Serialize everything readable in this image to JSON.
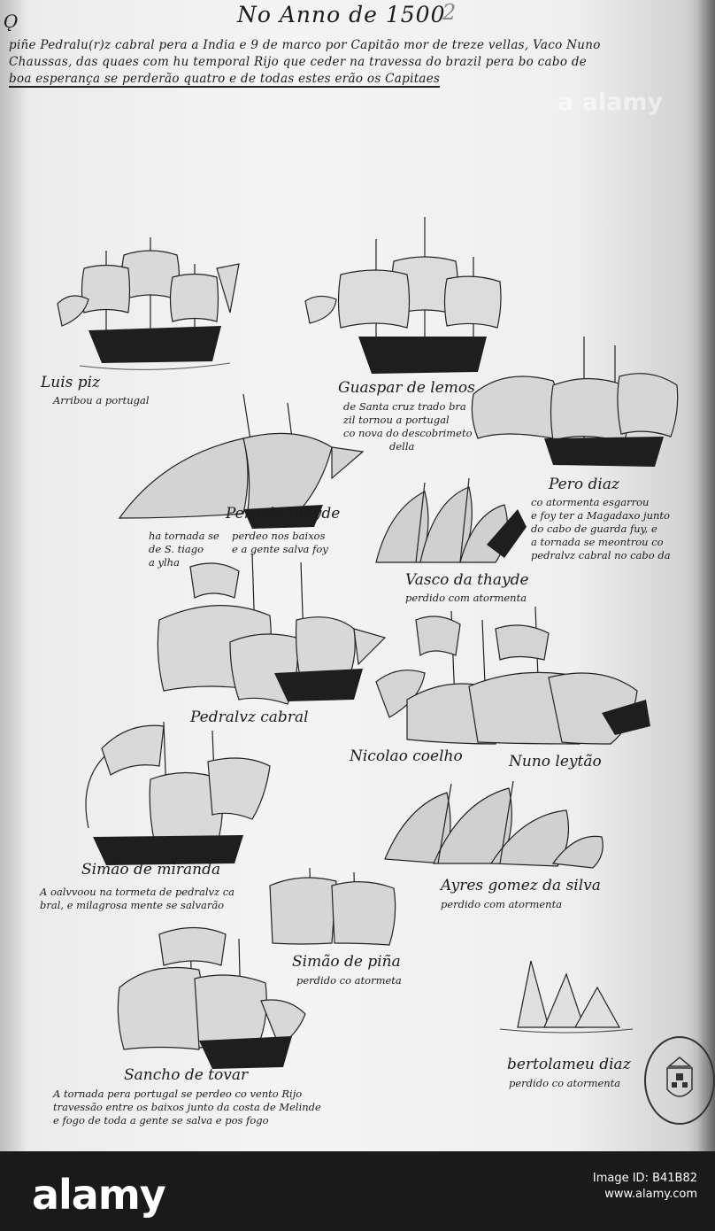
{
  "header": {
    "margin_mark": "Ǫ",
    "title": "No Anno de 1500",
    "folio": "2",
    "intro": [
      "piñe Pedralu(r)z cabral pera a India e 9 de marco por Capitão mor de treze vellas, Vaco Nuno",
      "Chaussas, das quaes com hu temporal Rijo que ceder na travessa do brazil pera bo cabo de",
      "boa esperança se perderão quatro e de todas estes erão os Capitaes"
    ]
  },
  "ships": [
    {
      "label": "Luis piz",
      "note": [
        "Arribou a portugal"
      ]
    },
    {
      "label": "Guaspar de lemos",
      "note": [
        "de Santa cruz trado bra",
        "zil tornou a portugal",
        "co nova do descobrimeto",
        "della"
      ]
    },
    {
      "label": "Pero diaz",
      "note": [
        "co atormenta esgarrou",
        "e foy ter a Magadaxo junto",
        "do cabo de guarda fuy, e",
        "a tornada se meontrou co",
        "pedralvz cabral no cabo da"
      ]
    },
    {
      "label": "Pero de thayde",
      "note": [
        "ha tornada se",
        "de S. tiago",
        "a ylha"
      ]
    },
    {
      "label": "perdeo nos baixos",
      "note": [
        "e a gente salva foy"
      ]
    },
    {
      "label": "Vasco da thayde",
      "note": [
        "perdido com atormenta"
      ]
    },
    {
      "label": "Pedralvz cabral",
      "note": []
    },
    {
      "label": "Nicolao coelho",
      "note": []
    },
    {
      "label": "Nuno leytão",
      "note": []
    },
    {
      "label": "Simão de miranda",
      "note": [
        "A oalvvoou na tormeta de pedralvz ca",
        "bral, e milagrosa mente se salvarão"
      ]
    },
    {
      "label": "Ayres gomez da silva",
      "note": [
        "perdido com atormenta"
      ]
    },
    {
      "label": "Simão de piña",
      "note": [
        "perdido co atormeta"
      ]
    },
    {
      "label": "Sancho de tovar",
      "note": [
        "A tornada pera portugal se perdeo co vento Rijo",
        "travessão entre os baixos junto da costa de Melinde",
        "e fogo de toda a gente se salva e pos fogo"
      ]
    },
    {
      "label": "bertolameu diaz",
      "note": [
        "perdido co atormenta"
      ]
    }
  ],
  "footer": {
    "brand": "alamy",
    "image_id_label": "Image ID: B41B82",
    "url": "www.alamy.com"
  },
  "watermark": "a alamy"
}
